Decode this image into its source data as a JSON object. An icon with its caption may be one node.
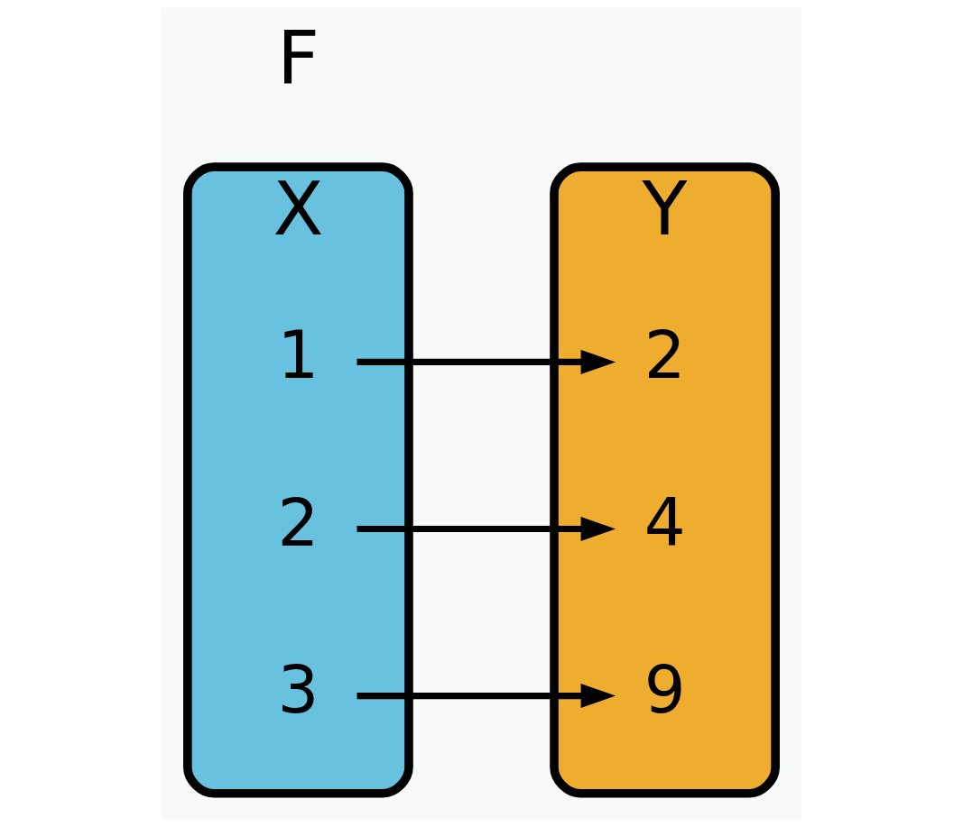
{
  "diagram": {
    "nodes": [
      {
        "text": [
          "X"
        ]
      },
      {
        "text": [
          "1"
        ],
        "in": 0
      },
      {
        "text": [
          "2"
        ],
        "in": 0
      },
      {
        "text": [
          "3"
        ],
        "in": 0
      },
      {
        "text": [
          "Y"
        ]
      },
      {
        "text": [
          "2"
        ],
        "in": 4
      },
      {
        "text": [
          "4"
        ],
        "in": 4
      },
      {
        "text": [
          "9"
        ],
        "in": 4
      }
    ],
    "edges": [
      {
        "from": 1,
        "to": 5,
        "arrow": "to"
      },
      {
        "from": 2,
        "to": 6,
        "arrow": "to"
      },
      {
        "from": 3,
        "to": 7,
        "arrow": "to"
      }
    ],
    "labels": [
      "F"
    ]
  }
}
